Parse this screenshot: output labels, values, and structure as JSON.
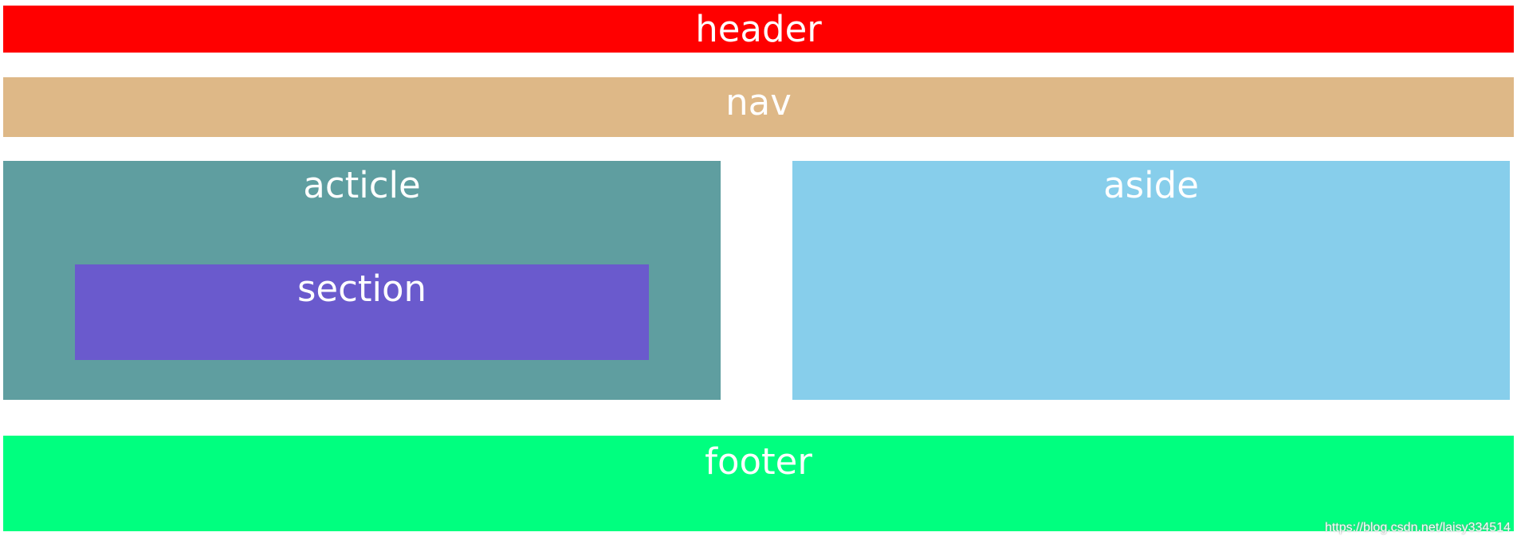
{
  "colors": {
    "header": "#ff0000",
    "nav": "#deb887",
    "article": "#5f9ea0",
    "section": "#6a5acd",
    "aside": "#87ceeb",
    "footer": "#00ff7f",
    "text": "#ffffff"
  },
  "header": {
    "label": "header"
  },
  "nav": {
    "label": "nav"
  },
  "article": {
    "label": "acticle",
    "section": {
      "label": "section"
    }
  },
  "aside": {
    "label": "aside"
  },
  "footer": {
    "label": "footer"
  },
  "watermark": {
    "text": "https://blog.csdn.net/laisy334514"
  }
}
